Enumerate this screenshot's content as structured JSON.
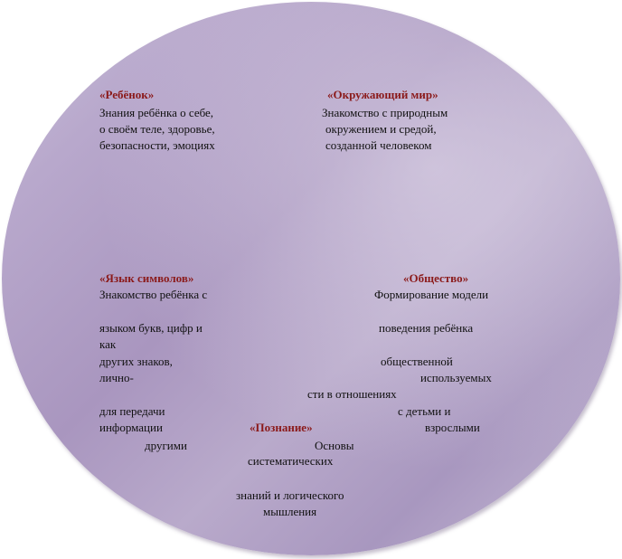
{
  "colors": {
    "heading": "#8b1a1a",
    "text": "#111111",
    "ellipse_light": "#c9bfd8",
    "ellipse_dark": "#a996bf"
  },
  "child": {
    "heading": "«Ребёнок»",
    "line1": "Знания ребёнка о себе,",
    "line2": "о своём теле, здоровье,",
    "line3": "безопасности, эмоциях"
  },
  "world": {
    "heading": "«Окружающий мир»",
    "line1": "Знакомство с природным",
    "line2": "окружением и средой,",
    "line3": "созданной человеком"
  },
  "symbols": {
    "heading": "«Язык символов»",
    "line1": "Знакомство ребёнка с",
    "line2": "языком букв, цифр и",
    "line3": "как",
    "line4": "других знаков,",
    "line5": "лично-",
    "line6": "для передачи",
    "line7": "информации",
    "line8": "другими"
  },
  "society": {
    "heading": "«Общество»",
    "line1": "Формирование модели",
    "line2": "поведения ребёнка",
    "line3": "общественной",
    "line4": "используемых",
    "line5": "сти в отношениях",
    "line6": "с детьми и",
    "line7": "взрослыми"
  },
  "knowledge": {
    "heading": "«Познание»",
    "line1": "Основы",
    "line2": "систематических",
    "line3": "знаний и логического",
    "line4": "мышления"
  }
}
